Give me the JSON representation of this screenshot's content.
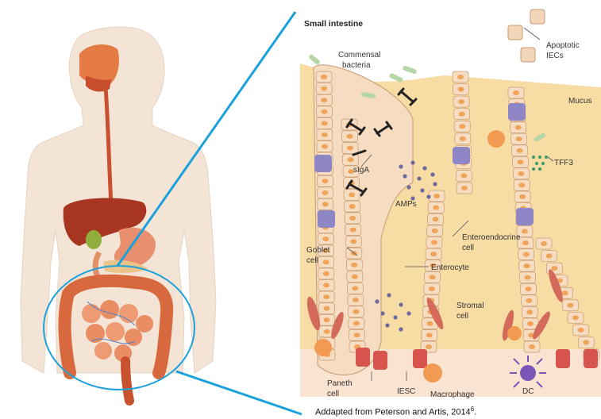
{
  "diagram": {
    "title": "Small intestine",
    "labels": {
      "commensal_bacteria_1": "Commensal",
      "commensal_bacteria_2": "bacteria",
      "apoptotic_1": "Apoptotic",
      "apoptotic_2": "IECs",
      "mucus": "Mucus",
      "siga": "sIgA",
      "tff3": "TFF3",
      "amps": "AMPs",
      "enteroendocrine_1": "Enteroendocrine",
      "enteroendocrine_2": "cell",
      "goblet_1": "Goblet",
      "goblet_2": "cell",
      "enterocyte": "Enterocyte",
      "stromal_1": "Stromal",
      "stromal_2": "cell",
      "paneth_1": "Paneth",
      "paneth_2": "cell",
      "iesc": "IESC",
      "macrophage": "Macrophage",
      "dc": "DC"
    },
    "caption": "Addapted from Peterson and Artis, 2014",
    "caption_ref": "6",
    "caption_end": ".",
    "colors": {
      "callout_line": "#1ba1db",
      "mucus": "#f7dca4",
      "enterocyte": "#f6dcc0",
      "nucleus": "#f0a45a",
      "goblet": "#8f86c6",
      "paneth": "#d8544f",
      "stromal": "#d46a5a",
      "macrophage": "#f29a52",
      "dc": "#7a56b8",
      "bacteria": "#b7d6a6",
      "antibody": "#222222",
      "skin": "#f3e4d5"
    }
  }
}
